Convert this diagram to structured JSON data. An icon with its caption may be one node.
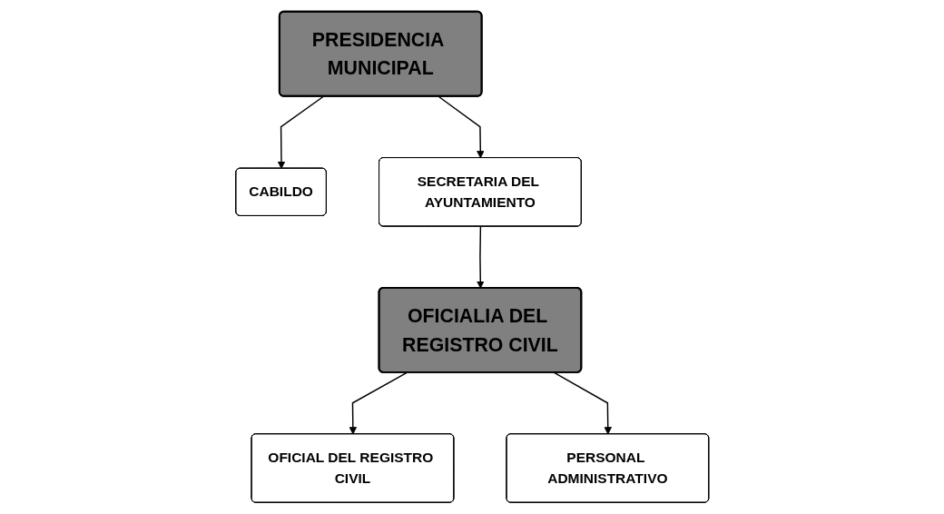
{
  "diagram": {
    "nodes": [
      {
        "text": [
          "PRESIDENCIA MUNICIPAL"
        ]
      },
      {
        "text": [
          "CABILDO"
        ]
      },
      {
        "text": [
          "SECRETARIA DEL AYUNTAMIENTO"
        ]
      },
      {
        "text": [
          "OFICIALIA DEL REGISTRO CIVIL"
        ]
      },
      {
        "text": [
          "OFICIAL DEL REGISTRO CIVIL"
        ]
      },
      {
        "text": [
          "PERSONAL ADMINISTRATIVO"
        ]
      }
    ],
    "edges": [
      {
        "from": 0,
        "to": 1,
        "arrow": "to"
      },
      {
        "from": 0,
        "to": 2,
        "arrow": "to"
      },
      {
        "from": 2,
        "to": 3,
        "arrow": "to"
      },
      {
        "from": 3,
        "to": 4,
        "arrow": "to"
      },
      {
        "from": 3,
        "to": 5,
        "arrow": "to"
      }
    ]
  }
}
